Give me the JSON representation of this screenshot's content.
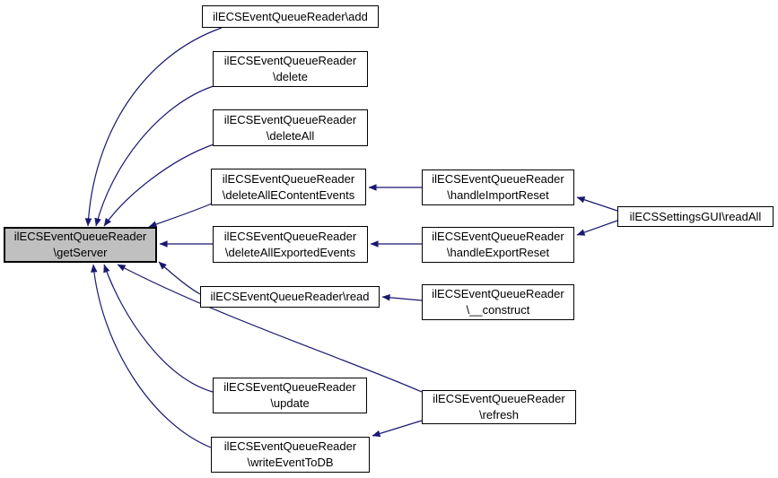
{
  "graph": {
    "type": "caller-graph",
    "colors": {
      "edge": "#191970",
      "node_border": "#000000",
      "node_fill": "#ffffff",
      "highlight_fill": "#c0c0c0"
    },
    "nodes": [
      {
        "id": "getServer",
        "lines": [
          "ilECSEventQueueReader",
          "\\getServer"
        ],
        "highlighted": true
      },
      {
        "id": "add",
        "lines": [
          "ilECSEventQueueReader\\add"
        ]
      },
      {
        "id": "delete",
        "lines": [
          "ilECSEventQueueReader",
          "\\delete"
        ]
      },
      {
        "id": "deleteAll",
        "lines": [
          "ilECSEventQueueReader",
          "\\deleteAll"
        ]
      },
      {
        "id": "deleteAllEContentEvents",
        "lines": [
          "ilECSEventQueueReader",
          "\\deleteAllEContentEvents"
        ]
      },
      {
        "id": "deleteAllExportedEvents",
        "lines": [
          "ilECSEventQueueReader",
          "\\deleteAllExportedEvents"
        ]
      },
      {
        "id": "read",
        "lines": [
          "ilECSEventQueueReader\\read"
        ]
      },
      {
        "id": "update",
        "lines": [
          "ilECSEventQueueReader",
          "\\update"
        ]
      },
      {
        "id": "writeEventToDB",
        "lines": [
          "ilECSEventQueueReader",
          "\\writeEventToDB"
        ]
      },
      {
        "id": "handleImportReset",
        "lines": [
          "ilECSEventQueueReader",
          "\\handleImportReset"
        ]
      },
      {
        "id": "handleExportReset",
        "lines": [
          "ilECSEventQueueReader",
          "\\handleExportReset"
        ]
      },
      {
        "id": "__construct",
        "lines": [
          "ilECSEventQueueReader",
          "\\__construct"
        ]
      },
      {
        "id": "refresh",
        "lines": [
          "ilECSEventQueueReader",
          "\\refresh"
        ]
      },
      {
        "id": "readAll",
        "lines": [
          "ilECSSettingsGUI\\readAll"
        ]
      }
    ],
    "edges": [
      {
        "from": "add",
        "to": "getServer"
      },
      {
        "from": "delete",
        "to": "getServer"
      },
      {
        "from": "deleteAll",
        "to": "getServer"
      },
      {
        "from": "deleteAllEContentEvents",
        "to": "getServer"
      },
      {
        "from": "deleteAllExportedEvents",
        "to": "getServer"
      },
      {
        "from": "read",
        "to": "getServer"
      },
      {
        "from": "update",
        "to": "getServer"
      },
      {
        "from": "writeEventToDB",
        "to": "getServer"
      },
      {
        "from": "refresh",
        "to": "getServer"
      },
      {
        "from": "handleImportReset",
        "to": "deleteAllEContentEvents"
      },
      {
        "from": "handleExportReset",
        "to": "deleteAllExportedEvents"
      },
      {
        "from": "__construct",
        "to": "read"
      },
      {
        "from": "readAll",
        "to": "handleImportReset"
      },
      {
        "from": "readAll",
        "to": "handleExportReset"
      },
      {
        "from": "refresh",
        "to": "writeEventToDB"
      }
    ]
  }
}
